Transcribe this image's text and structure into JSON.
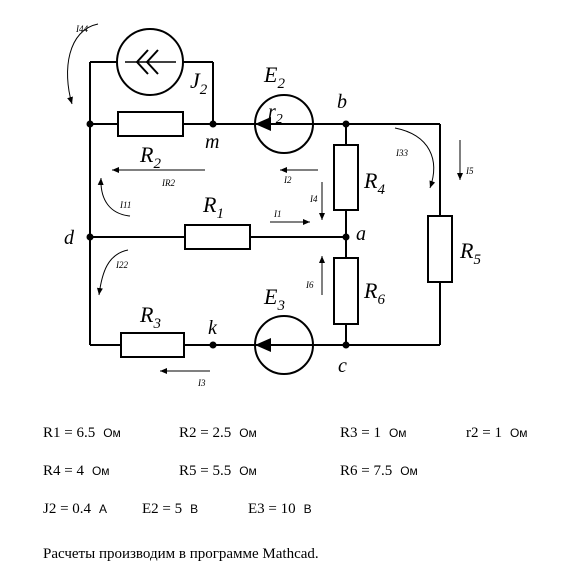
{
  "diagram": {
    "nodes": {
      "b": "b",
      "m": "m",
      "a": "a",
      "d": "d",
      "k": "k",
      "c": "c"
    },
    "components": {
      "J2": {
        "main": "J",
        "sub": "2"
      },
      "E2": {
        "main": "E",
        "sub": "2"
      },
      "r2": {
        "main": "r",
        "sub": "2"
      },
      "R2": {
        "main": "R",
        "sub": "2"
      },
      "R1": {
        "main": "R",
        "sub": "1"
      },
      "R3": {
        "main": "R",
        "sub": "3"
      },
      "R4": {
        "main": "R",
        "sub": "4"
      },
      "R5": {
        "main": "R",
        "sub": "5"
      },
      "R6": {
        "main": "R",
        "sub": "6"
      },
      "E3": {
        "main": "E",
        "sub": "3"
      }
    },
    "currents": {
      "I44": "I44",
      "IR2": "IR2",
      "I2": "I2",
      "I4": "I4",
      "I33": "I33",
      "I5": "I5",
      "I11": "I11",
      "I1": "I1",
      "I22": "I22",
      "I6": "I6",
      "I3": "I3"
    }
  },
  "parameters": [
    {
      "text": "R1 = 6.5",
      "unit": "Ом"
    },
    {
      "text": "R2 = 2.5",
      "unit": "Ом"
    },
    {
      "text": "R3 = 1",
      "unit": "Ом"
    },
    {
      "text": "r2 = 1",
      "unit": "Ом"
    },
    {
      "text": "R4 = 4",
      "unit": "Ом"
    },
    {
      "text": "R5 = 5.5",
      "unit": "Ом"
    },
    {
      "text": "R6 = 7.5",
      "unit": "Ом"
    },
    {
      "text": "J2 = 0.4",
      "unit": "А"
    },
    {
      "text": "E2 = 5",
      "unit": "В"
    },
    {
      "text": "E3 = 10",
      "unit": "В"
    }
  ],
  "caption": "Расчеты производим в программе Mathcad."
}
